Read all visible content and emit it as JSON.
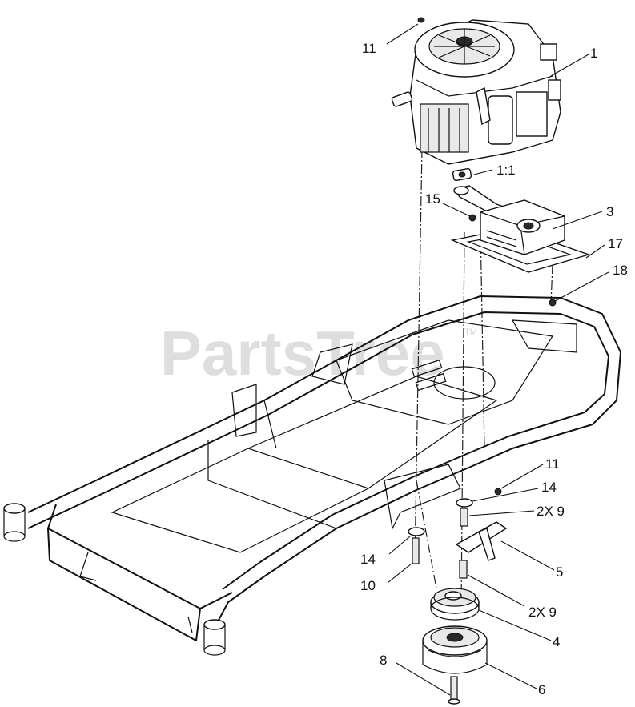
{
  "diagram": {
    "watermark": "PartsTree",
    "watermark_tm": "TM",
    "callouts": [
      {
        "id": "c-11-top",
        "label": "11"
      },
      {
        "id": "c-1",
        "label": "1"
      },
      {
        "id": "c-1-1",
        "label": "1:1"
      },
      {
        "id": "c-15",
        "label": "15"
      },
      {
        "id": "c-3",
        "label": "3"
      },
      {
        "id": "c-17",
        "label": "17"
      },
      {
        "id": "c-18",
        "label": "18"
      },
      {
        "id": "c-11-bottom",
        "label": "11"
      },
      {
        "id": "c-14-right",
        "label": "14"
      },
      {
        "id": "c-2x9-top",
        "label": "2X 9"
      },
      {
        "id": "c-14-left",
        "label": "14"
      },
      {
        "id": "c-5",
        "label": "5"
      },
      {
        "id": "c-10",
        "label": "10"
      },
      {
        "id": "c-2x9-bottom",
        "label": "2X 9"
      },
      {
        "id": "c-4",
        "label": "4"
      },
      {
        "id": "c-8",
        "label": "8"
      },
      {
        "id": "c-6",
        "label": "6"
      }
    ]
  }
}
